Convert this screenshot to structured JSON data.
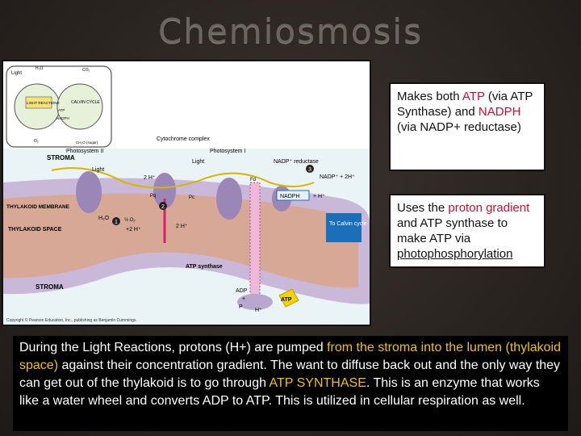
{
  "title": "Chemiosmosis",
  "figure": {
    "inset_labels": {
      "light": "Light",
      "light_reactions": "LIGHT REACTIONS",
      "calvin_cycle": "CALVIN CYCLE",
      "h2o": "H₂O",
      "co2": "CO₂",
      "o2": "O₂",
      "sugar": "CH₂O (sugar)",
      "atp": "ATP",
      "nadph": "NADPH"
    },
    "labels": {
      "stroma_top": "STROMA",
      "stroma_bottom": "STROMA",
      "thylakoid_membrane": "THYLAKOID MEMBRANE",
      "thylakoid_space": "THYLAKOID SPACE",
      "photosystem2": "Photosystem II",
      "photosystem1": "Photosystem I",
      "cytochrome": "Cytochrome complex",
      "nadp_reductase": "NADP⁺ reductase",
      "nadp_eq": "NADP⁺ + 2H⁺",
      "nadph": "NADPH",
      "nadph_h": "+ H⁺",
      "light1": "Light",
      "light2": "Light",
      "h_2_a": "2 H⁺",
      "h_2_b": "2 H⁺",
      "h2o": "H₂O",
      "o2": "½ O₂",
      "h_plus_2": "+2 H⁺",
      "pq": "Pq",
      "pc": "Pc",
      "fd": "Fd",
      "to_calvin": "To Calvin cycle",
      "atp_synthase": "ATP synthase",
      "adp": "ADP",
      "plus": "+",
      "pi": "P",
      "h_plus": "H⁺",
      "atp": "ATP",
      "num1": "1",
      "num2": "2",
      "num3": "3",
      "copyright": "Copyright © Pearson Education, Inc., publishing as Benjamin Cummings."
    }
  },
  "box1": {
    "p1": "Makes both ",
    "atp": "ATP",
    "p2": " (via ATP Synthase) and ",
    "nadph": "NADPH",
    "p3": " (via NADP+ reductase)"
  },
  "box2": {
    "p1": "Uses the ",
    "proton": "proton gradient",
    "p2": " and ATP synthase to make ATP via ",
    "photo": "photophosphorylation"
  },
  "bottom": {
    "p1": "During the Light Reactions, protons (H+) are pumped ",
    "y1": "from the stroma into the lumen (thylakoid space)",
    "p2": " against their concentration gradient.  The want to diffuse back out and the only way they can get out of the thylakoid is to go through ",
    "y2": "ATP SYNTHASE",
    "p3": ".  This is an enzyme that works like a water wheel and converts ADP to ATP.  This is utilized in cellular respiration as well."
  },
  "colors": {
    "red": "#c8102e",
    "yellow": "#f2c200",
    "thylakoid_space": "#d8a896",
    "membrane": "#c9b8d8",
    "protein": "#9b86b8"
  }
}
